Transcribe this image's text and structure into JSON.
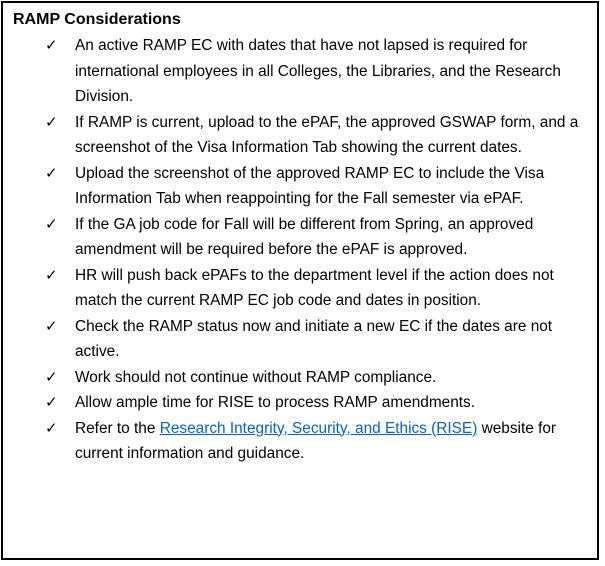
{
  "title": "RAMP Considerations",
  "check_glyph": "✓",
  "items": [
    {
      "text": "An active RAMP EC with dates that have not lapsed is required for international employees in all Colleges, the Libraries, and the Research Division."
    },
    {
      "text": "If RAMP is current, upload to the ePAF, the approved GSWAP form, and a screenshot of the Visa Information Tab showing the current dates."
    },
    {
      "text": "Upload the screenshot of the approved RAMP EC to include the Visa Information Tab when reappointing for the Fall semester via ePAF."
    },
    {
      "text": "If the GA job code for Fall will be different from Spring, an approved amendment will be required before the ePAF is approved."
    },
    {
      "text": "HR will push back ePAFs to the department level if the action does not match the current RAMP EC job code and dates in position."
    },
    {
      "text": "Check the RAMP status now and initiate a new EC if the dates are not active."
    },
    {
      "text": "Work should not continue without RAMP compliance."
    },
    {
      "text": "Allow ample time for RISE to process RAMP amendments."
    },
    {
      "before": "Refer to the ",
      "link": "Research Integrity, Security, and Ethics (RISE)",
      "after": " website for current information and guidance."
    }
  ],
  "colors": {
    "link": "#0563c1",
    "border": "#000000"
  }
}
